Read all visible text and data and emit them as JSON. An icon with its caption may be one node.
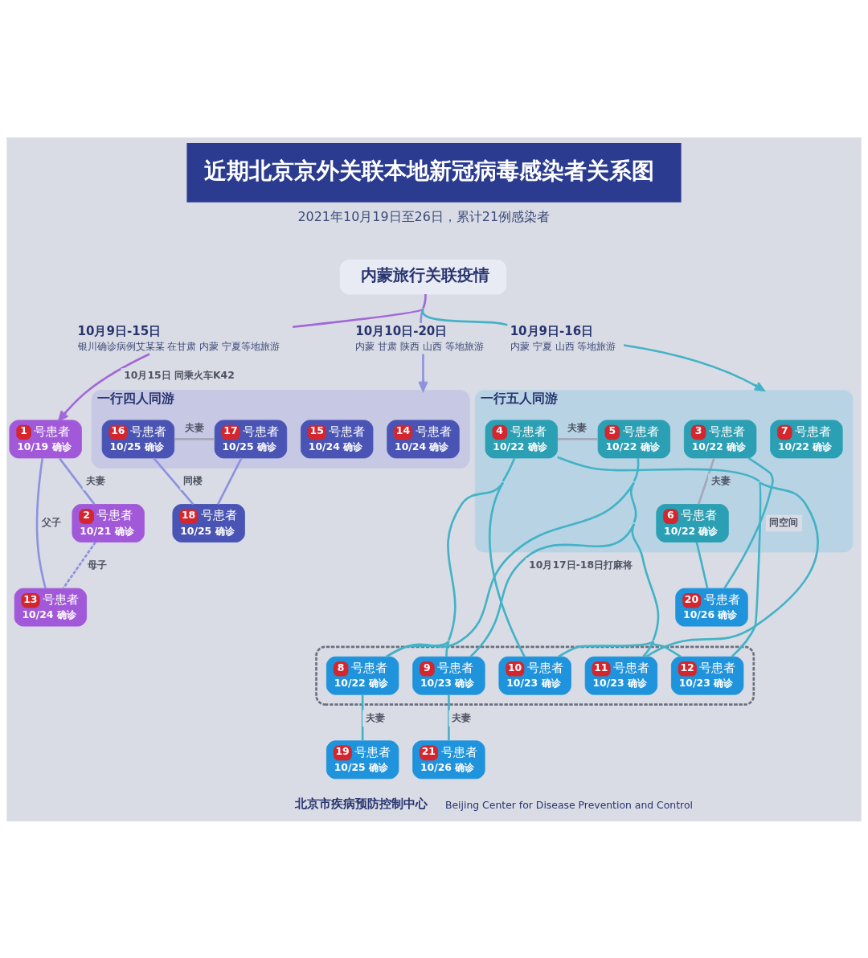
{
  "diagram": {
    "title": "近期北京京外关联本地新冠病毒感染者关系图",
    "nodes": [
      {
        "text": [
          "内蒙旅行关联疫情"
        ]
      },
      {
        "text": [
          "10月9日-15日",
          "银川确诊病例艾某某 在甘肃 内蒙 宁夏等地旅游"
        ]
      },
      {
        "text": [
          "10月10日-20日",
          "内蒙 甘肃 陕西 山西 等地旅游"
        ]
      },
      {
        "text": [
          "10月9日-16日",
          "内蒙 宁夏 山西 等地旅游"
        ]
      },
      {
        "text": [
          "1",
          "号患者",
          "10/19 确诊"
        ]
      },
      {
        "text": [
          "一行四人同游"
        ]
      },
      {
        "text": [
          "14",
          "号患者",
          "10/24 确诊"
        ],
        "in": 5
      },
      {
        "text": [
          "15",
          "号患者",
          "10/24 确诊"
        ],
        "in": 5
      },
      {
        "text": [
          "一行五人同游"
        ]
      },
      {
        "text": [
          "7",
          "号患者",
          "10/22 确诊"
        ],
        "in": 8
      },
      {
        "text": [
          "3",
          "号患者",
          "10/22 确诊"
        ],
        "in": 8
      },
      {
        "text": [
          "16",
          "号患者",
          "10/25 确诊"
        ],
        "in": 5
      },
      {
        "text": [
          "17",
          "号患者",
          "10/25 确诊"
        ],
        "in": 5
      },
      {
        "text": [
          "4",
          "号患者",
          "10/22 确诊"
        ],
        "in": 8
      },
      {
        "text": [
          "5",
          "号患者",
          "10/22 确诊"
        ],
        "in": 8
      },
      {
        "text": [
          "6",
          "号患者",
          "10/22 确诊"
        ],
        "in": 8
      },
      {
        "text": [
          "2",
          "号患者",
          "10/21 确诊"
        ]
      },
      {
        "text": [],
        "shape": "box"
      },
      {
        "text": [
          "18",
          "号患者",
          "10/25 确诊"
        ]
      },
      {
        "text": [
          "11",
          "号患者",
          "10/23 确诊"
        ],
        "in": 17
      },
      {
        "text": [
          "12",
          "号患者",
          "10/23 确诊"
        ],
        "in": 17
      },
      {
        "text": [
          "20",
          "号患者",
          "10/26 确诊"
        ]
      },
      {
        "text": [
          "13",
          "号患者",
          "10/24 确诊"
        ]
      },
      {
        "text": [
          "8",
          "号患者",
          "10/22 确诊"
        ],
        "in": 17
      },
      {
        "text": [
          "10",
          "号患者",
          "10/23 确诊"
        ],
        "in": 17
      },
      {
        "text": [
          "9",
          "号患者",
          "10/23 确诊"
        ],
        "in": 17
      },
      {
        "text": [
          "19",
          "号患者",
          "10/25 确诊"
        ]
      },
      {
        "text": [
          "21",
          "号患者",
          "10/26 确诊"
        ]
      }
    ],
    "edges": [
      {
        "from": 0,
        "to": 1,
        "arrow": "none",
        "color": "#a368d8"
      },
      {
        "from": 0,
        "to": 2,
        "arrow": "none",
        "color": "#8e92de"
      },
      {
        "from": 0,
        "to": 3,
        "arrow": "none"
      },
      {
        "from": 1,
        "to": 4,
        "arrow": "to",
        "label": "10月15日 同乘火车K42",
        "color": "#a368d8"
      },
      {
        "from": 2,
        "to": 5,
        "arrow": "to",
        "color": "#8e92de"
      },
      {
        "from": 3,
        "to": 8,
        "arrow": "to"
      },
      {
        "from": 4,
        "to": 16,
        "arrow": "none",
        "label": "夫妻",
        "color": "#8e92de"
      },
      {
        "from": 16,
        "to": 22,
        "arrow": "none",
        "label": "母子",
        "style": "dashed",
        "color": "#8e92de"
      },
      {
        "from": 4,
        "to": 22,
        "arrow": "none",
        "label": "父子",
        "color": "#8e92de"
      },
      {
        "from": 11,
        "to": 12,
        "arrow": "none",
        "label": "夫妻",
        "color": "#a3a8ba"
      },
      {
        "from": 11,
        "to": 18,
        "arrow": "none",
        "label": "同楼",
        "color": "#8e92de"
      },
      {
        "from": 12,
        "to": 18,
        "arrow": "none",
        "color": "#8e92de"
      },
      {
        "from": 10,
        "to": 15,
        "arrow": "none",
        "label": "夫妻",
        "color": "#a3a8ba"
      },
      {
        "from": 10,
        "to": 21,
        "arrow": "none",
        "label": "同空间"
      },
      {
        "from": 15,
        "to": 21,
        "arrow": "none"
      },
      {
        "from": 13,
        "to": 14,
        "arrow": "none",
        "label": "夫妻",
        "color": "#a3a8ba"
      },
      {
        "from": 13,
        "to": 19,
        "arrow": "none"
      },
      {
        "from": 13,
        "to": 20,
        "arrow": "none"
      },
      {
        "from": 13,
        "to": 23,
        "arrow": "none"
      },
      {
        "from": 13,
        "to": 24,
        "arrow": "none"
      },
      {
        "from": 13,
        "to": 25,
        "arrow": "none"
      },
      {
        "from": 14,
        "to": 19,
        "arrow": "none"
      },
      {
        "from": 14,
        "to": 20,
        "arrow": "none"
      },
      {
        "from": 14,
        "to": 23,
        "arrow": "none"
      },
      {
        "from": 14,
        "to": 24,
        "arrow": "none"
      },
      {
        "from": 14,
        "to": 25,
        "arrow": "none",
        "label": "10月17日-18日打麻将"
      },
      {
        "from": 23,
        "to": 26,
        "arrow": "none",
        "label": "夫妻"
      },
      {
        "from": 25,
        "to": 27,
        "arrow": "none",
        "label": "夫妻"
      }
    ],
    "labels": [
      "2021年10月19日至26日，累计21例感染者",
      "北京市疾病预防控制中心",
      "Beijing Center for Disease Prevention and Control"
    ]
  }
}
